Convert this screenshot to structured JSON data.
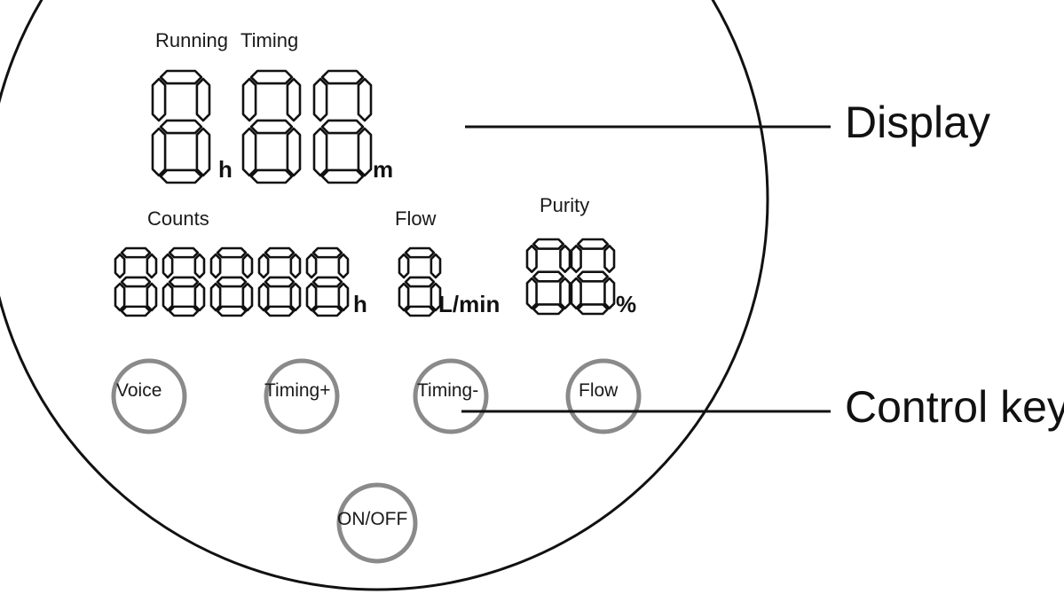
{
  "labels": {
    "running": "Running",
    "timing": "Timing",
    "counts": "Counts",
    "flow": "Flow",
    "purity": "Purity"
  },
  "units": {
    "hours_running": "h",
    "minutes": "m",
    "hours_counts": "h",
    "flow_rate": "L/min",
    "percent": "%"
  },
  "callouts": {
    "display": "Display",
    "control_key": "Control key"
  },
  "keys": [
    {
      "label": "Voice"
    },
    {
      "label": "Timing+"
    },
    {
      "label": "Timing-"
    },
    {
      "label": "Flow"
    },
    {
      "label": "ON/OFF"
    }
  ],
  "colors": {
    "outline": "#111111",
    "key_ring": "#8a8a8a"
  },
  "digit_displays": {
    "running_timing": "8.88",
    "counts": "88888",
    "flow": "8",
    "purity": "88"
  }
}
